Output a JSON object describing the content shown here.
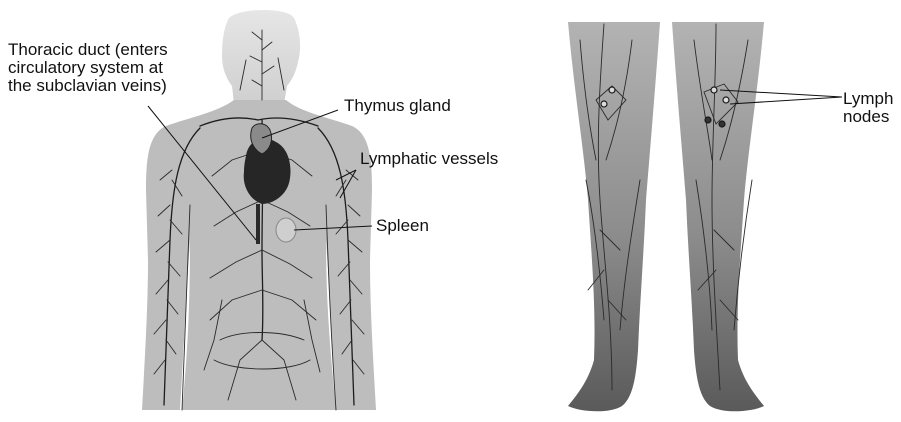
{
  "figure": {
    "colors": {
      "background": "#ffffff",
      "body_head": "#d8d8d8",
      "body_torso": "#bdbdbd",
      "legs_top": "#b0b0b0",
      "legs_bottom": "#5e5e5e",
      "heart": "#262626",
      "vessels": "#1c1c1c",
      "text": "#111111"
    },
    "labels": {
      "thoracic_duct": [
        "Thoracic duct (enters",
        "circulatory system at",
        "the subclavian veins)"
      ],
      "thymus": "Thymus gland",
      "lymphatic_vessels": "Lymphatic vessels",
      "spleen": "Spleen",
      "lymph_nodes": [
        "Lymph",
        "nodes"
      ]
    }
  }
}
